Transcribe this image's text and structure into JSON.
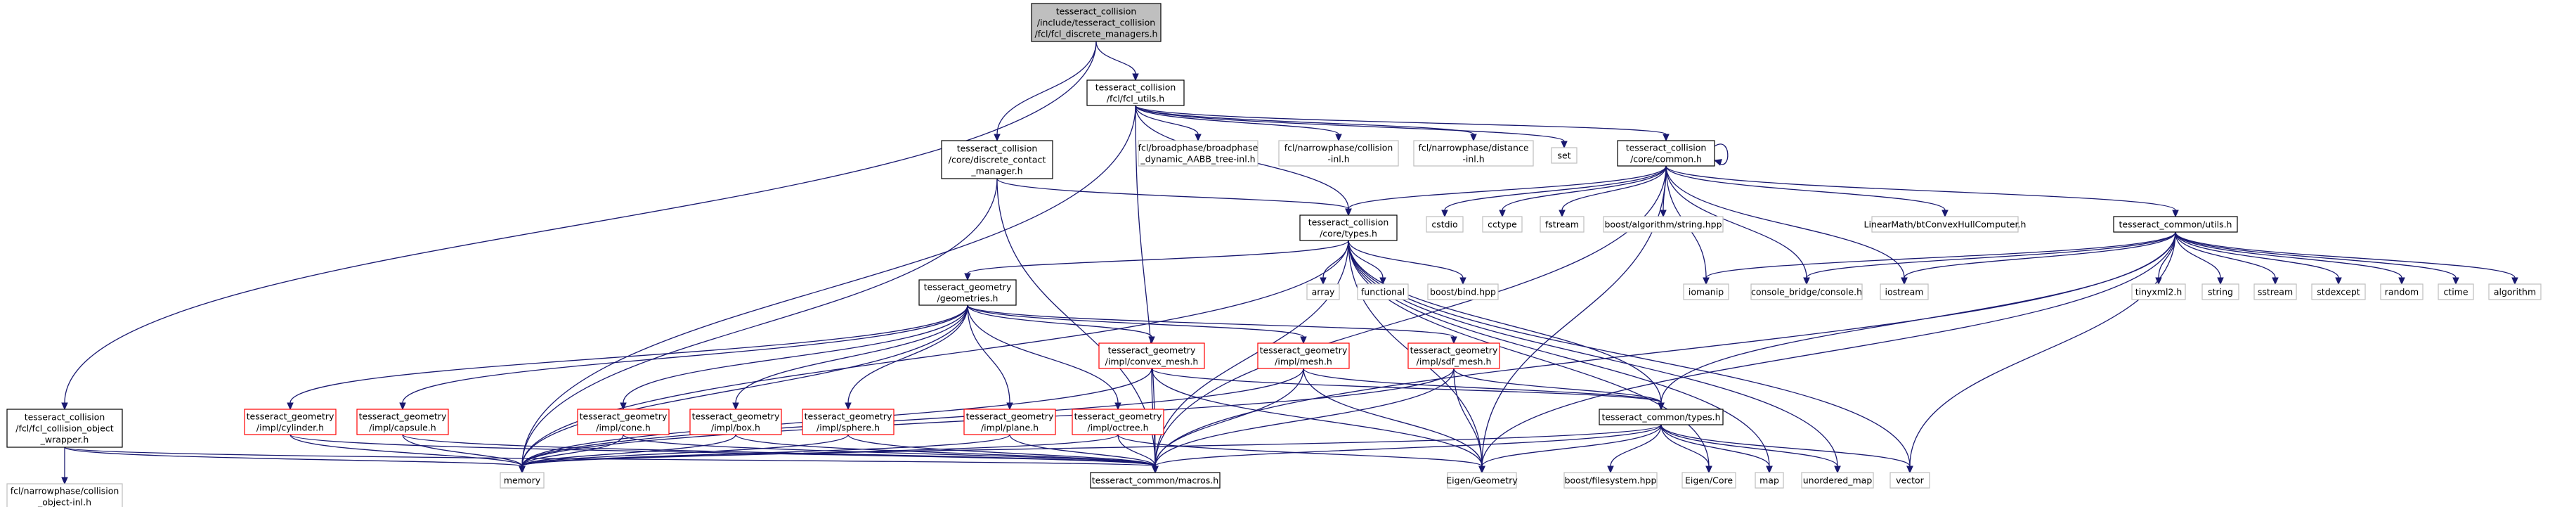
{
  "graph": {
    "nodes": [
      {
        "id": "root",
        "lines": [
          "tesseract_collision",
          "/include/tesseract_collision",
          "/fcl/fcl_discrete_managers.h"
        ],
        "style": "root"
      },
      {
        "id": "fcl_utils",
        "lines": [
          "tesseract_collision",
          "/fcl/fcl_utils.h"
        ],
        "style": "normal"
      },
      {
        "id": "discrete_contact_manager",
        "lines": [
          "tesseract_collision",
          "/core/discrete_contact",
          "_manager.h"
        ],
        "style": "normal"
      },
      {
        "id": "fcl_collision_object_wrapper",
        "lines": [
          "tesseract_collision",
          "/fcl/fcl_collision_object",
          "_wrapper.h"
        ],
        "style": "normal"
      },
      {
        "id": "fcl_collision_object_inl",
        "lines": [
          "fcl/narrowphase/collision",
          "_object-inl.h"
        ],
        "style": "external"
      },
      {
        "id": "broadphase_aabb",
        "lines": [
          "fcl/broadphase/broadphase",
          "_dynamic_AABB_tree-inl.h"
        ],
        "style": "external"
      },
      {
        "id": "narrowphase_collision_inl",
        "lines": [
          "fcl/narrowphase/collision",
          "-inl.h"
        ],
        "style": "external"
      },
      {
        "id": "narrowphase_distance_inl",
        "lines": [
          "fcl/narrowphase/distance",
          "-inl.h"
        ],
        "style": "external"
      },
      {
        "id": "set",
        "lines": [
          "set"
        ],
        "style": "external"
      },
      {
        "id": "core_common",
        "lines": [
          "tesseract_collision",
          "/core/common.h"
        ],
        "style": "normal"
      },
      {
        "id": "core_types",
        "lines": [
          "tesseract_collision",
          "/core/types.h"
        ],
        "style": "normal"
      },
      {
        "id": "cstdio",
        "lines": [
          "cstdio"
        ],
        "style": "external"
      },
      {
        "id": "cctype",
        "lines": [
          "cctype"
        ],
        "style": "external"
      },
      {
        "id": "fstream",
        "lines": [
          "fstream"
        ],
        "style": "external"
      },
      {
        "id": "boost_string",
        "lines": [
          "boost/algorithm/string.hpp"
        ],
        "style": "external"
      },
      {
        "id": "bt_convex_hull",
        "lines": [
          "LinearMath/btConvexHullComputer.h"
        ],
        "style": "external"
      },
      {
        "id": "common_utils",
        "lines": [
          "tesseract_common/utils.h"
        ],
        "style": "normal"
      },
      {
        "id": "array",
        "lines": [
          "array"
        ],
        "style": "external"
      },
      {
        "id": "functional",
        "lines": [
          "functional"
        ],
        "style": "external"
      },
      {
        "id": "boost_bind",
        "lines": [
          "boost/bind.hpp"
        ],
        "style": "external"
      },
      {
        "id": "iomanip",
        "lines": [
          "iomanip"
        ],
        "style": "external"
      },
      {
        "id": "console_bridge",
        "lines": [
          "console_bridge/console.h"
        ],
        "style": "external"
      },
      {
        "id": "iostream",
        "lines": [
          "iostream"
        ],
        "style": "external"
      },
      {
        "id": "tinyxml2",
        "lines": [
          "tinyxml2.h"
        ],
        "style": "external"
      },
      {
        "id": "string",
        "lines": [
          "string"
        ],
        "style": "external"
      },
      {
        "id": "sstream",
        "lines": [
          "sstream"
        ],
        "style": "external"
      },
      {
        "id": "stdexcept",
        "lines": [
          "stdexcept"
        ],
        "style": "external"
      },
      {
        "id": "random",
        "lines": [
          "random"
        ],
        "style": "external"
      },
      {
        "id": "ctime",
        "lines": [
          "ctime"
        ],
        "style": "external"
      },
      {
        "id": "algorithm",
        "lines": [
          "algorithm"
        ],
        "style": "external"
      },
      {
        "id": "geometries",
        "lines": [
          "tesseract_geometry",
          "/geometries.h"
        ],
        "style": "normal"
      },
      {
        "id": "convex_mesh",
        "lines": [
          "tesseract_geometry",
          "/impl/convex_mesh.h"
        ],
        "style": "truncated"
      },
      {
        "id": "mesh",
        "lines": [
          "tesseract_geometry",
          "/impl/mesh.h"
        ],
        "style": "truncated"
      },
      {
        "id": "sdf_mesh",
        "lines": [
          "tesseract_geometry",
          "/impl/sdf_mesh.h"
        ],
        "style": "truncated"
      },
      {
        "id": "cylinder",
        "lines": [
          "tesseract_geometry",
          "/impl/cylinder.h"
        ],
        "style": "truncated"
      },
      {
        "id": "capsule",
        "lines": [
          "tesseract_geometry",
          "/impl/capsule.h"
        ],
        "style": "truncated"
      },
      {
        "id": "cone",
        "lines": [
          "tesseract_geometry",
          "/impl/cone.h"
        ],
        "style": "truncated"
      },
      {
        "id": "box",
        "lines": [
          "tesseract_geometry",
          "/impl/box.h"
        ],
        "style": "truncated"
      },
      {
        "id": "sphere",
        "lines": [
          "tesseract_geometry",
          "/impl/sphere.h"
        ],
        "style": "truncated"
      },
      {
        "id": "plane",
        "lines": [
          "tesseract_geometry",
          "/impl/plane.h"
        ],
        "style": "truncated"
      },
      {
        "id": "octree",
        "lines": [
          "tesseract_geometry",
          "/impl/octree.h"
        ],
        "style": "truncated"
      },
      {
        "id": "common_types",
        "lines": [
          "tesseract_common/types.h"
        ],
        "style": "normal"
      },
      {
        "id": "memory",
        "lines": [
          "memory"
        ],
        "style": "external"
      },
      {
        "id": "common_macros",
        "lines": [
          "tesseract_common/macros.h"
        ],
        "style": "normal"
      },
      {
        "id": "eigen_geometry",
        "lines": [
          "Eigen/Geometry"
        ],
        "style": "external"
      },
      {
        "id": "boost_filesystem",
        "lines": [
          "boost/filesystem.hpp"
        ],
        "style": "external"
      },
      {
        "id": "eigen_core",
        "lines": [
          "Eigen/Core"
        ],
        "style": "external"
      },
      {
        "id": "map",
        "lines": [
          "map"
        ],
        "style": "external"
      },
      {
        "id": "unordered_map",
        "lines": [
          "unordered_map"
        ],
        "style": "external"
      },
      {
        "id": "vector",
        "lines": [
          "vector"
        ],
        "style": "external"
      }
    ],
    "edges": [
      [
        "root",
        "fcl_utils"
      ],
      [
        "root",
        "discrete_contact_manager"
      ],
      [
        "root",
        "fcl_collision_object_wrapper"
      ],
      [
        "fcl_utils",
        "broadphase_aabb"
      ],
      [
        "fcl_utils",
        "narrowphase_collision_inl"
      ],
      [
        "fcl_utils",
        "narrowphase_distance_inl"
      ],
      [
        "fcl_utils",
        "set"
      ],
      [
        "fcl_utils",
        "core_common"
      ],
      [
        "fcl_utils",
        "core_types"
      ],
      [
        "fcl_utils",
        "common_macros"
      ],
      [
        "fcl_utils",
        "memory"
      ],
      [
        "discrete_contact_manager",
        "core_types"
      ],
      [
        "discrete_contact_manager",
        "common_macros"
      ],
      [
        "discrete_contact_manager",
        "memory"
      ],
      [
        "fcl_collision_object_wrapper",
        "fcl_collision_object_inl"
      ],
      [
        "fcl_collision_object_wrapper",
        "common_macros"
      ],
      [
        "fcl_collision_object_wrapper",
        "memory"
      ],
      [
        "core_common",
        "core_common"
      ],
      [
        "core_common",
        "core_types"
      ],
      [
        "core_common",
        "cstdio"
      ],
      [
        "core_common",
        "cctype"
      ],
      [
        "core_common",
        "fstream"
      ],
      [
        "core_common",
        "boost_string"
      ],
      [
        "core_common",
        "bt_convex_hull"
      ],
      [
        "core_common",
        "common_utils"
      ],
      [
        "core_common",
        "iomanip"
      ],
      [
        "core_common",
        "console_bridge"
      ],
      [
        "core_common",
        "iostream"
      ],
      [
        "core_common",
        "eigen_geometry"
      ],
      [
        "core_common",
        "common_macros"
      ],
      [
        "core_types",
        "geometries"
      ],
      [
        "core_types",
        "array"
      ],
      [
        "core_types",
        "functional"
      ],
      [
        "core_types",
        "boost_bind"
      ],
      [
        "core_types",
        "common_types"
      ],
      [
        "core_types",
        "common_macros"
      ],
      [
        "core_types",
        "memory"
      ],
      [
        "core_types",
        "eigen_geometry"
      ],
      [
        "core_types",
        "eigen_core"
      ],
      [
        "core_types",
        "map"
      ],
      [
        "core_types",
        "unordered_map"
      ],
      [
        "core_types",
        "vector"
      ],
      [
        "common_utils",
        "iomanip"
      ],
      [
        "common_utils",
        "console_bridge"
      ],
      [
        "common_utils",
        "iostream"
      ],
      [
        "common_utils",
        "tinyxml2"
      ],
      [
        "common_utils",
        "string"
      ],
      [
        "common_utils",
        "sstream"
      ],
      [
        "common_utils",
        "stdexcept"
      ],
      [
        "common_utils",
        "random"
      ],
      [
        "common_utils",
        "ctime"
      ],
      [
        "common_utils",
        "algorithm"
      ],
      [
        "common_utils",
        "common_types"
      ],
      [
        "common_utils",
        "common_macros"
      ],
      [
        "common_utils",
        "vector"
      ],
      [
        "common_utils",
        "eigen_geometry"
      ],
      [
        "geometries",
        "convex_mesh"
      ],
      [
        "geometries",
        "mesh"
      ],
      [
        "geometries",
        "sdf_mesh"
      ],
      [
        "geometries",
        "cylinder"
      ],
      [
        "geometries",
        "capsule"
      ],
      [
        "geometries",
        "cone"
      ],
      [
        "geometries",
        "box"
      ],
      [
        "geometries",
        "sphere"
      ],
      [
        "geometries",
        "plane"
      ],
      [
        "geometries",
        "octree"
      ],
      [
        "geometries",
        "memory"
      ],
      [
        "convex_mesh",
        "common_types"
      ],
      [
        "convex_mesh",
        "common_macros"
      ],
      [
        "convex_mesh",
        "memory"
      ],
      [
        "convex_mesh",
        "eigen_geometry"
      ],
      [
        "mesh",
        "common_types"
      ],
      [
        "mesh",
        "common_macros"
      ],
      [
        "mesh",
        "memory"
      ],
      [
        "mesh",
        "eigen_geometry"
      ],
      [
        "sdf_mesh",
        "common_types"
      ],
      [
        "sdf_mesh",
        "common_macros"
      ],
      [
        "sdf_mesh",
        "memory"
      ],
      [
        "sdf_mesh",
        "eigen_geometry"
      ],
      [
        "cylinder",
        "common_macros"
      ],
      [
        "cylinder",
        "memory"
      ],
      [
        "capsule",
        "common_macros"
      ],
      [
        "capsule",
        "memory"
      ],
      [
        "cone",
        "common_macros"
      ],
      [
        "cone",
        "memory"
      ],
      [
        "box",
        "common_macros"
      ],
      [
        "box",
        "memory"
      ],
      [
        "sphere",
        "common_macros"
      ],
      [
        "sphere",
        "memory"
      ],
      [
        "plane",
        "common_macros"
      ],
      [
        "plane",
        "memory"
      ],
      [
        "octree",
        "common_macros"
      ],
      [
        "octree",
        "memory"
      ],
      [
        "octree",
        "eigen_geometry"
      ],
      [
        "common_types",
        "common_macros"
      ],
      [
        "common_types",
        "memory"
      ],
      [
        "common_types",
        "eigen_geometry"
      ],
      [
        "common_types",
        "boost_filesystem"
      ],
      [
        "common_types",
        "eigen_core"
      ],
      [
        "common_types",
        "map"
      ],
      [
        "common_types",
        "unordered_map"
      ],
      [
        "common_types",
        "vector"
      ]
    ]
  },
  "colors": {
    "edge": "#191970",
    "border_normal": "#000000",
    "border_external": "#bfbfbf",
    "border_truncated": "#ff0000",
    "root_fill": "#bfbfbf",
    "node_fill": "#ffffff"
  }
}
